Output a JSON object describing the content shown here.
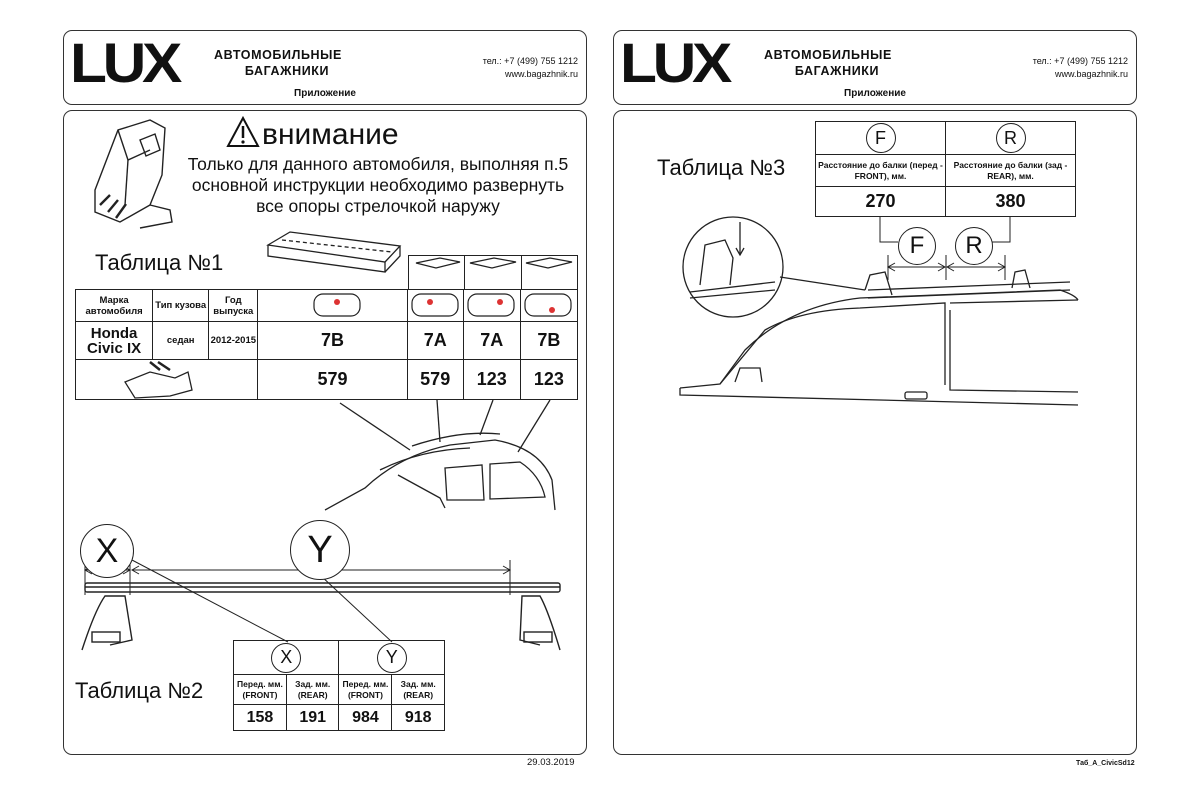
{
  "header": {
    "logo": "LUX",
    "logo_sub1": "АВТОМОБИЛЬНЫЕ",
    "logo_sub2": "БАГАЖНИКИ",
    "phone": "тел.: +7 (499) 755 1212",
    "site": "www.bagazhnik.ru",
    "sheet_title": "Приложение"
  },
  "warning": {
    "title": "внимание",
    "line1": "Только для данного автомобиля, выполняя п.5",
    "line2": "основной инструкции необходимо развернуть",
    "line3": "все опоры стрелочкой наружу"
  },
  "table1": {
    "title": "Таблица №1",
    "headers": [
      "Марка автомобиля",
      "Тип кузова",
      "Год выпуска"
    ],
    "car_make": "Honda Civic IX",
    "body_type": "седан",
    "years": "2012-2015",
    "foot_codes": [
      "7B",
      "7A",
      "7A",
      "7B"
    ],
    "kit_codes": [
      "579",
      "579",
      "123",
      "123"
    ]
  },
  "table2": {
    "title": "Таблица №2",
    "groups": [
      "X",
      "Y"
    ],
    "headers": [
      "Перед. мм. (FRONT)",
      "Зад. мм. (REAR)",
      "Перед. мм. (FRONT)",
      "Зад. мм. (REAR)"
    ],
    "values": [
      "158",
      "191",
      "984",
      "918"
    ]
  },
  "dimension_labels": {
    "x": "X",
    "y": "Y",
    "f": "F",
    "r": "R"
  },
  "table3": {
    "title": "Таблица №3",
    "groups": [
      "F",
      "R"
    ],
    "headers": [
      "Расстояние до балки (перед - FRONT), мм.",
      "Расстояние до балки (зад - REAR), мм."
    ],
    "values": [
      "270",
      "380"
    ]
  },
  "footer": {
    "date": "29.03.2019",
    "code": "Таб_А_CivicSd12"
  }
}
